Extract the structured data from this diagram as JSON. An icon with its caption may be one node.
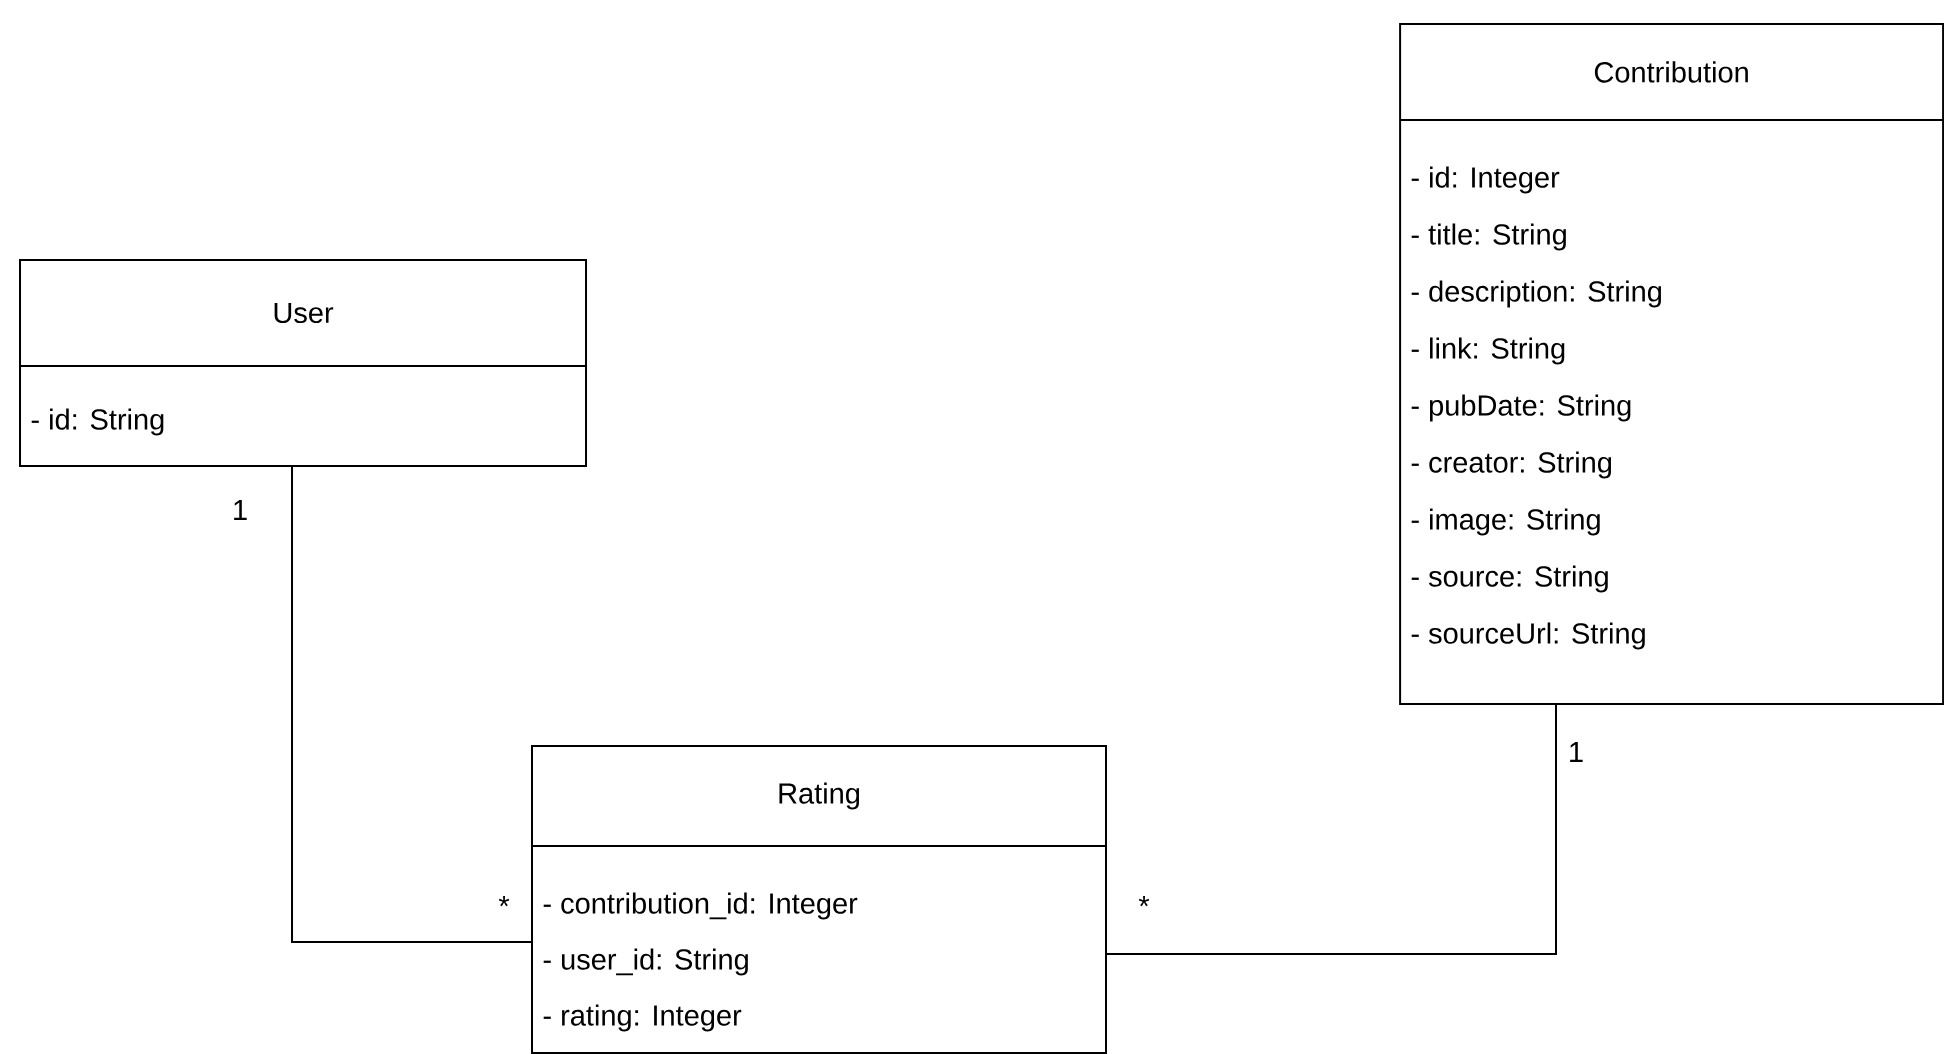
{
  "diagram": {
    "nodes": [
      {
        "text": [
          "User",
          "- id: String"
        ]
      },
      {
        "text": [
          "Contribution",
          "- id: Integer",
          "- title: String",
          "- description: String",
          "- link: String",
          "- pubDate: String",
          "- creator: String",
          "- image: String",
          "- source: String",
          "- sourceUrl: String"
        ]
      },
      {
        "text": [
          "Rating",
          "- contribution_id: Integer",
          "- user_id: String",
          "- rating: Integer"
        ]
      }
    ],
    "edges": [
      {
        "from": 0,
        "to": 2,
        "arrow": "none"
      },
      {
        "from": 1,
        "to": 2,
        "arrow": "none"
      }
    ],
    "labels": [
      "1",
      "*",
      "1",
      "*"
    ]
  }
}
